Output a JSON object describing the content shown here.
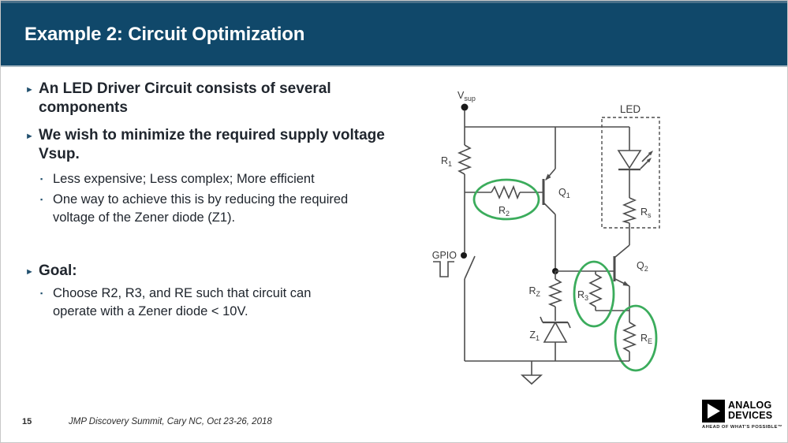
{
  "header": {
    "title": "Example 2: Circuit Optimization"
  },
  "markers": {
    "level1": "►",
    "level2": "▪"
  },
  "bullets": {
    "b1": "An LED Driver Circuit consists of several components",
    "b2": "We wish to minimize the required supply voltage Vsup.",
    "s1": "Less expensive; Less complex; More efficient",
    "s2": "One way to achieve this is by reducing the required voltage of the Zener diode (Z1).",
    "goal": "Goal:",
    "s3": "Choose R2, R3, and RE such that circuit can operate with a Zener diode < 10V."
  },
  "circuit": {
    "vsup": {
      "base": "V",
      "sub": "sup"
    },
    "r1": {
      "base": "R",
      "sub": "1"
    },
    "r2": {
      "base": "R",
      "sub": "2"
    },
    "q1": {
      "base": "Q",
      "sub": "1"
    },
    "led_box": "LED",
    "rs": {
      "base": "R",
      "sub": "s"
    },
    "gpio": "GPIO",
    "rz": {
      "base": "R",
      "sub": "Z"
    },
    "r3": {
      "base": "R",
      "sub": "3"
    },
    "q2": {
      "base": "Q",
      "sub": "2"
    },
    "z1": {
      "base": "Z",
      "sub": "1"
    },
    "re": {
      "base": "R",
      "sub": "E"
    }
  },
  "footer": {
    "page_number": "15",
    "venue": "JMP Discovery Summit, Cary NC, Oct 23-26, 2018"
  },
  "logo": {
    "line1": "ANALOG",
    "line2": "DEVICES",
    "tagline": "AHEAD OF WHAT'S POSSIBLE™"
  },
  "colors": {
    "header_bg": "#10486A",
    "header_top_edge": "#4A7089",
    "text_dark": "#20262E",
    "bullet_marker": "#22506E",
    "accent_green": "#3BAC5C",
    "wire": "#4D4D4D"
  }
}
